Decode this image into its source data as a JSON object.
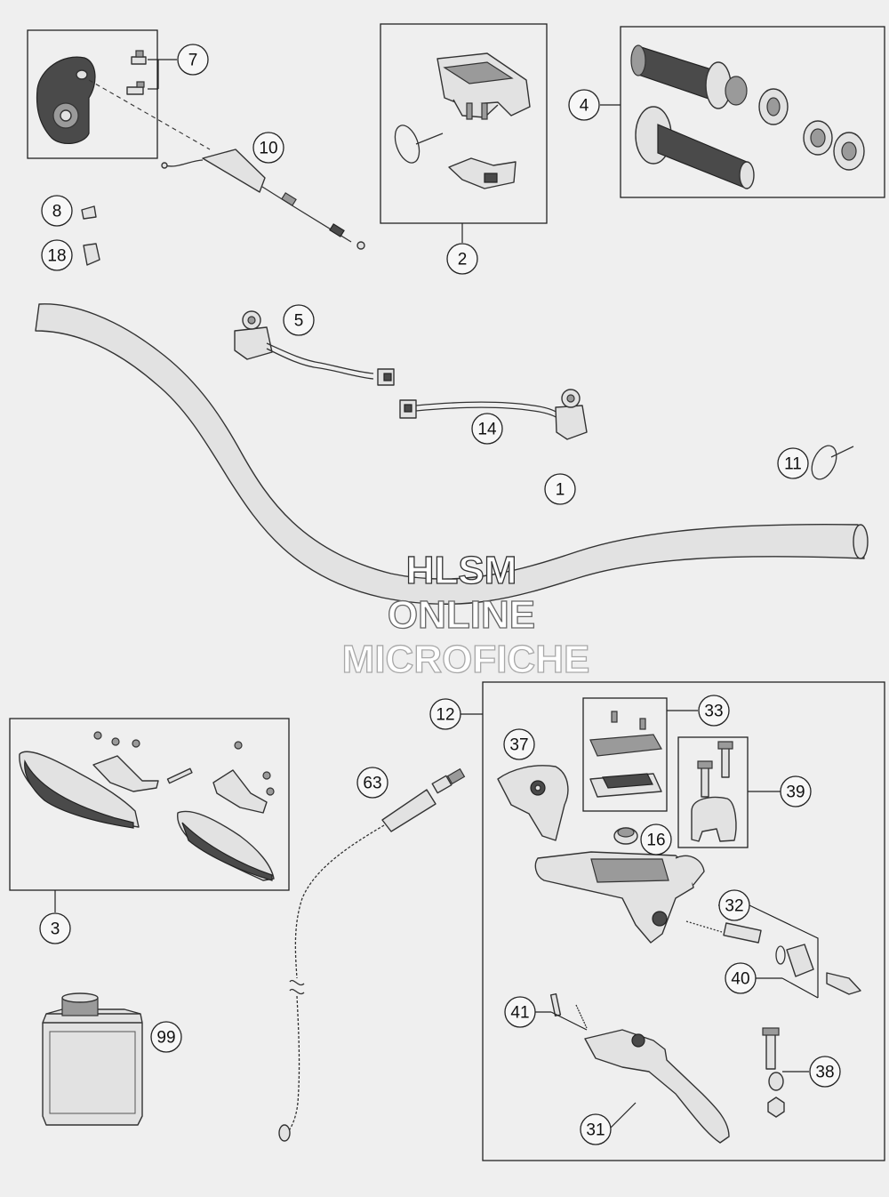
{
  "callouts": [
    {
      "id": "c7",
      "label": "7"
    },
    {
      "id": "c10",
      "label": "10"
    },
    {
      "id": "c8",
      "label": "8"
    },
    {
      "id": "c18",
      "label": "18"
    },
    {
      "id": "c2",
      "label": "2"
    },
    {
      "id": "c4",
      "label": "4"
    },
    {
      "id": "c5",
      "label": "5"
    },
    {
      "id": "c14",
      "label": "14"
    },
    {
      "id": "c11",
      "label": "11"
    },
    {
      "id": "c1",
      "label": "1"
    },
    {
      "id": "c12",
      "label": "12"
    },
    {
      "id": "c33",
      "label": "33"
    },
    {
      "id": "c37",
      "label": "37"
    },
    {
      "id": "c39",
      "label": "39"
    },
    {
      "id": "c16",
      "label": "16"
    },
    {
      "id": "c63",
      "label": "63"
    },
    {
      "id": "c3",
      "label": "3"
    },
    {
      "id": "c32",
      "label": "32"
    },
    {
      "id": "c40",
      "label": "40"
    },
    {
      "id": "c41",
      "label": "41"
    },
    {
      "id": "c38",
      "label": "38"
    },
    {
      "id": "c31",
      "label": "31"
    },
    {
      "id": "c99",
      "label": "99"
    }
  ],
  "watermark": {
    "line1": "HLSM",
    "line2": "ONLINE",
    "line3": "MICROFICHE"
  }
}
